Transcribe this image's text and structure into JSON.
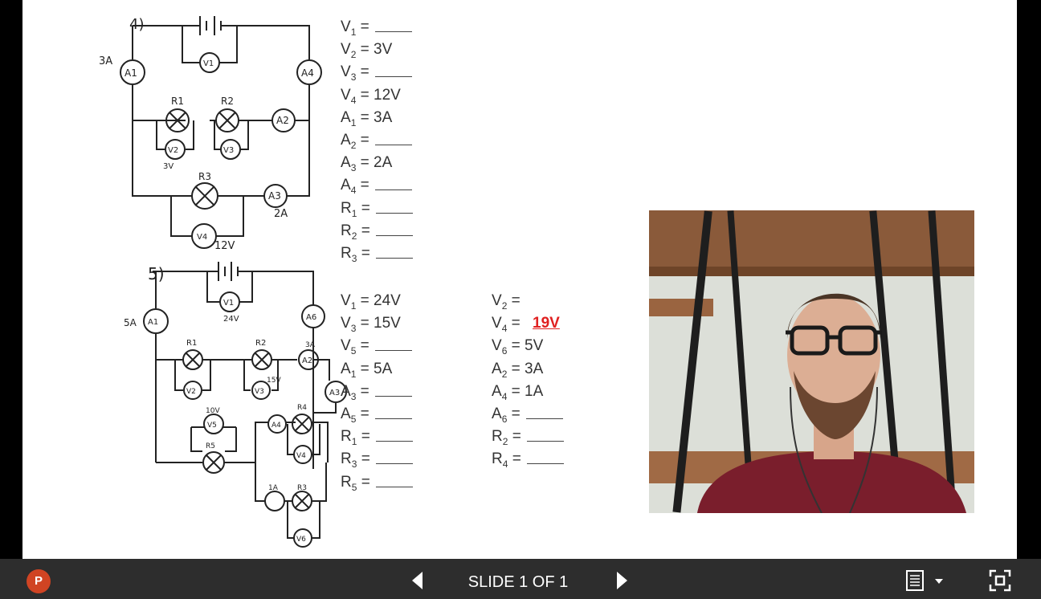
{
  "toolbar": {
    "app_icon": "powerpoint-icon",
    "prev_icon": "triangle-left-icon",
    "next_icon": "triangle-right-icon",
    "slide_counter": "SLIDE 1 OF 1",
    "notes_icon": "notes-icon",
    "fullscreen_icon": "fullscreen-icon"
  },
  "slide": {
    "problem4": {
      "number": "4)",
      "labels": {
        "a1_current": "3A",
        "a3_current": "2A",
        "v2_reading": "3V",
        "v4_reading": "12V"
      },
      "components": {
        "v1": "V1",
        "a1": "A1",
        "a4": "A4",
        "r1": "R1",
        "r2": "R2",
        "a2": "A2",
        "v2": "V2",
        "v3": "V3",
        "r3": "R3",
        "a3": "A3",
        "v4": "V4"
      },
      "equations": [
        {
          "sym": "V",
          "sub": "1",
          "val": ""
        },
        {
          "sym": "V",
          "sub": "2",
          "val": "3V"
        },
        {
          "sym": "V",
          "sub": "3",
          "val": ""
        },
        {
          "sym": "V",
          "sub": "4",
          "val": "12V"
        },
        {
          "sym": "A",
          "sub": "1",
          "val": "3A"
        },
        {
          "sym": "A",
          "sub": "2",
          "val": ""
        },
        {
          "sym": "A",
          "sub": "3",
          "val": "2A"
        },
        {
          "sym": "A",
          "sub": "4",
          "val": ""
        },
        {
          "sym": "R",
          "sub": "1",
          "val": ""
        },
        {
          "sym": "R",
          "sub": "2",
          "val": ""
        },
        {
          "sym": "R",
          "sub": "3",
          "val": ""
        }
      ]
    },
    "problem5": {
      "number": "5)",
      "labels": {
        "a1_current": "5A",
        "v1_reading": "24V",
        "a2_current": "3A",
        "v3_reading": "15V",
        "v5_reading": "10V",
        "a4_current": "1A"
      },
      "components": {
        "v1": "V1",
        "a1": "A1",
        "a6": "A6",
        "r1": "R1",
        "r2": "R2",
        "a2": "A2",
        "v2": "V2",
        "v3": "V3",
        "v5": "V5",
        "r5": "R5",
        "a3": "A3",
        "r4": "R4",
        "v4": "V4",
        "a4": "A4",
        "r3": "R3",
        "v6": "V6"
      },
      "equations_left": [
        {
          "sym": "V",
          "sub": "1",
          "val": "24V"
        },
        {
          "sym": "V",
          "sub": "3",
          "val": "15V"
        },
        {
          "sym": "V",
          "sub": "5",
          "val": ""
        },
        {
          "sym": "A",
          "sub": "1",
          "val": "5A"
        },
        {
          "sym": "A",
          "sub": "3",
          "val": ""
        },
        {
          "sym": "A",
          "sub": "5",
          "val": ""
        },
        {
          "sym": "R",
          "sub": "1",
          "val": ""
        },
        {
          "sym": "R",
          "sub": "3",
          "val": ""
        },
        {
          "sym": "R",
          "sub": "5",
          "val": ""
        }
      ],
      "equations_right": [
        {
          "sym": "V",
          "sub": "2",
          "val": "",
          "noblank": true
        },
        {
          "sym": "V",
          "sub": "4",
          "val": "",
          "answer": "19V"
        },
        {
          "sym": "V",
          "sub": "6",
          "val": "5V"
        },
        {
          "sym": "A",
          "sub": "2",
          "val": "3A"
        },
        {
          "sym": "A",
          "sub": "4",
          "val": "1A"
        },
        {
          "sym": "A",
          "sub": "6",
          "val": ""
        },
        {
          "sym": "R",
          "sub": "2",
          "val": ""
        },
        {
          "sym": "R",
          "sub": "4",
          "val": ""
        }
      ]
    }
  },
  "colors": {
    "answer": "#e02020",
    "toolbar_bg": "#2d2d2d",
    "shirt": "#7a1e2c"
  }
}
